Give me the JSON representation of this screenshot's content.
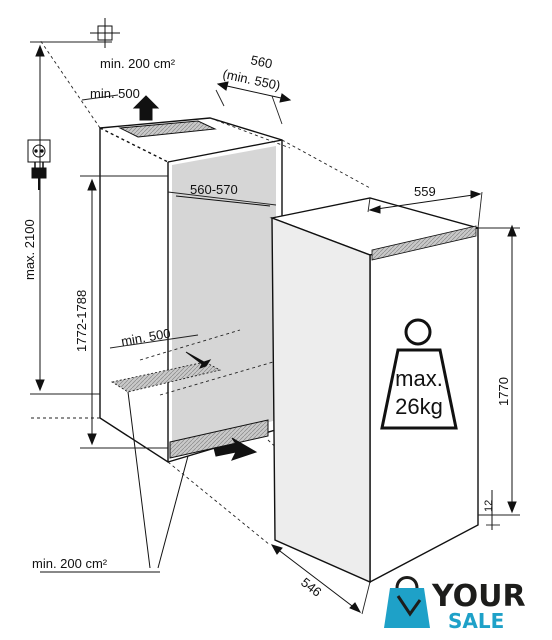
{
  "dimensions": {
    "top_vent_area": "min. 200 cm²",
    "top_clearance": "min. 500",
    "niche_depth": "560",
    "niche_depth_min": "(min. 550)",
    "max_height": "max. 2100",
    "niche_width": "560-570",
    "niche_height": "1772-1788",
    "bottom_clearance": "min. 500",
    "bottom_vent_area": "min. 200 cm²",
    "appliance_width": "559",
    "appliance_height": "1770",
    "appliance_depth": "546",
    "gap": "12"
  },
  "weight_label": {
    "line1": "max.",
    "line2": "26kg"
  },
  "logo": {
    "word1": "YOUR",
    "word2": "SALE",
    "colors": {
      "dark": "#1d1d1b",
      "accent": "#1ea1c8"
    }
  },
  "icons": {
    "grid": "grid-crosshair-icon",
    "socket": "power-socket-icon",
    "plug": "power-plug-icon",
    "bag": "shopping-bag-icon"
  }
}
